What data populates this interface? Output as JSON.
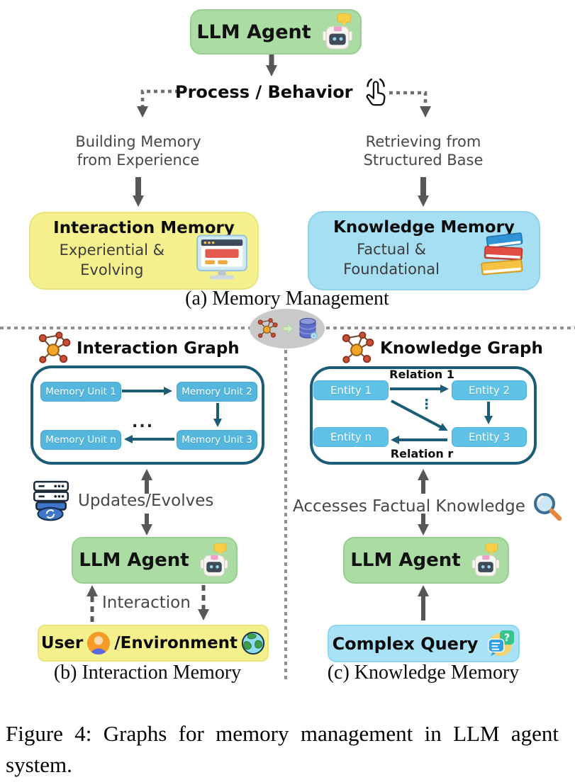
{
  "figure": {
    "caption": "Figure 4: Graphs for memory management in LLM agent system."
  },
  "panel_a": {
    "llm_agent_label": "LLM Agent",
    "process_behavior_label": "Process / Behavior",
    "left_branch_line1": "Building Memory",
    "left_branch_line2": "from Experience",
    "right_branch_line1": "Retrieving from",
    "right_branch_line2": "Structured Base",
    "interaction_memory": {
      "title": "Interaction Memory",
      "subtitle_line1": "Experiential &",
      "subtitle_line2": "Evolving"
    },
    "knowledge_memory": {
      "title": "Knowledge Memory",
      "subtitle_line1": "Factual &",
      "subtitle_line2": "Foundational"
    },
    "caption": "(a) Memory Management"
  },
  "panel_b": {
    "heading": "Interaction Graph",
    "nodes": [
      "Memory Unit 1",
      "Memory Unit 2",
      "Memory Unit 3",
      "Memory Unit n"
    ],
    "ellipsis": "...",
    "updates_label": "Updates/Evolves",
    "llm_agent_label": "LLM Agent",
    "interaction_label": "Interaction",
    "user_label": "User",
    "environment_label": "/Environment",
    "caption": "(b) Interaction Memory"
  },
  "panel_c": {
    "heading": "Knowledge Graph",
    "nodes": [
      "Entity 1",
      "Entity 2",
      "Entity 3",
      "Entity n"
    ],
    "relation_top_label": "Relation 1",
    "relation_bottom_label": "Relation r",
    "vertical_dots": "⋮",
    "accesses_label": "Accesses Factual Knowledge",
    "llm_agent_label": "LLM Agent",
    "complex_query_label": "Complex Query",
    "caption": "(c) Knowledge Memory"
  },
  "icons": {
    "robot": "robot-icon",
    "tap": "tap-hand-icon",
    "monitor": "web-monitor-icon",
    "books": "book-stack-icon",
    "network": "graph-network-icon",
    "database": "database-icon",
    "transform_arrow": "green-arrow-icon",
    "server": "server-update-icon",
    "person": "user-avatar-icon",
    "globe": "globe-icon",
    "magnifier": "magnifier-icon",
    "query": "query-doc-icon",
    "query_question_mark": "?"
  },
  "colors": {
    "agent_green": "#abdca3",
    "memory_yellow": "#f4f08d",
    "memory_blue": "#a6def2",
    "pill_blue": "#54b6dd",
    "entity_blue": "#5ec2e6",
    "frame_teal": "#1d5c76",
    "arrow_gray": "#575757"
  }
}
